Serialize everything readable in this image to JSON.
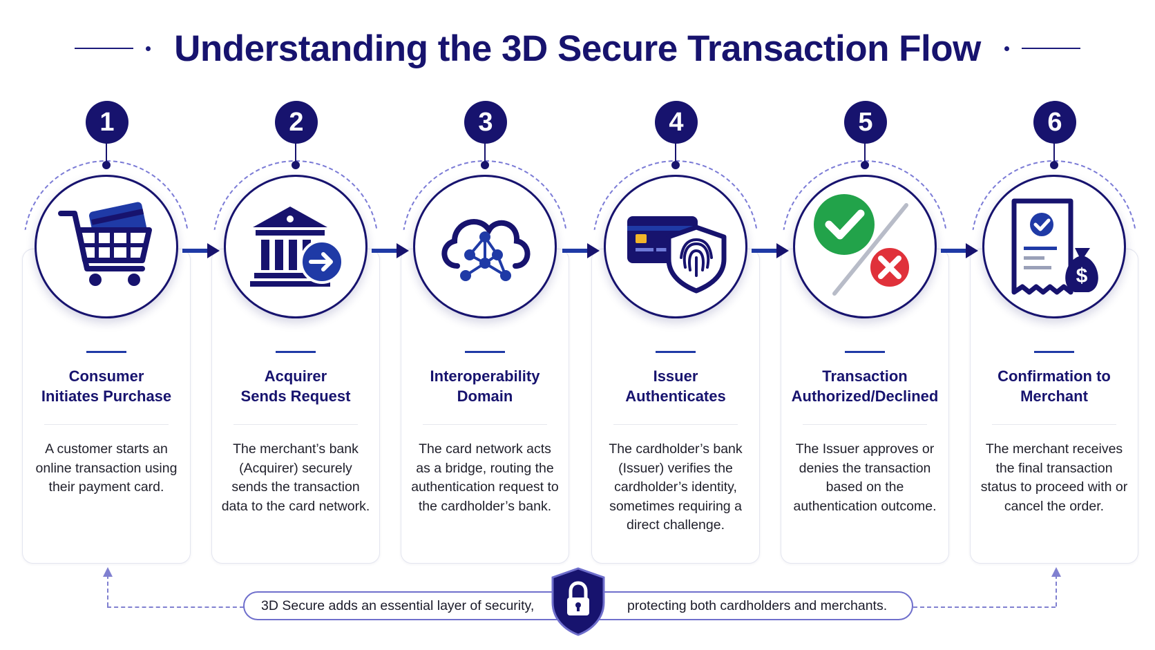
{
  "title": "Understanding the 3D Secure Transaction Flow",
  "colors": {
    "navy": "#17136e",
    "blue": "#1f3aa6",
    "dashed": "#7b7bd6",
    "green": "#22a34a",
    "red": "#e0313a"
  },
  "steps": [
    {
      "number": "1",
      "title_line1": "Consumer",
      "title_line2": "Initiates Purchase",
      "description": "A customer starts an online transaction using their payment card.",
      "icon": "shopping-cart-icon"
    },
    {
      "number": "2",
      "title_line1": "Acquirer",
      "title_line2": "Sends Request",
      "description": "The merchant’s bank (Acquirer) securely sends the transaction data to the card network.",
      "icon": "bank-arrow-icon"
    },
    {
      "number": "3",
      "title_line1": "Interoperability",
      "title_line2": "Domain",
      "description": "The card network acts as a bridge, routing the authentication request to the cardholder’s bank.",
      "icon": "cloud-network-icon"
    },
    {
      "number": "4",
      "title_line1": "Issuer",
      "title_line2": "Authenticates",
      "description": "The cardholder’s bank (Issuer) verifies the cardholder’s identity, sometimes requiring a direct challenge.",
      "icon": "card-fingerprint-shield-icon"
    },
    {
      "number": "5",
      "title_line1": "Transaction",
      "title_line2": "Authorized/Declined",
      "description": "The Issuer approves or denies the transaction based on the authentication outcome.",
      "icon": "check-cross-icon"
    },
    {
      "number": "6",
      "title_line1": "Confirmation to",
      "title_line2": "Merchant",
      "description": "The merchant receives the final transaction status to proceed with or cancel the order.",
      "icon": "receipt-money-bag-icon"
    }
  ],
  "banner": {
    "left_text": "3D Secure adds an essential layer of security,",
    "right_text": "protecting both cardholders and merchants.",
    "icon": "shield-lock-icon"
  }
}
